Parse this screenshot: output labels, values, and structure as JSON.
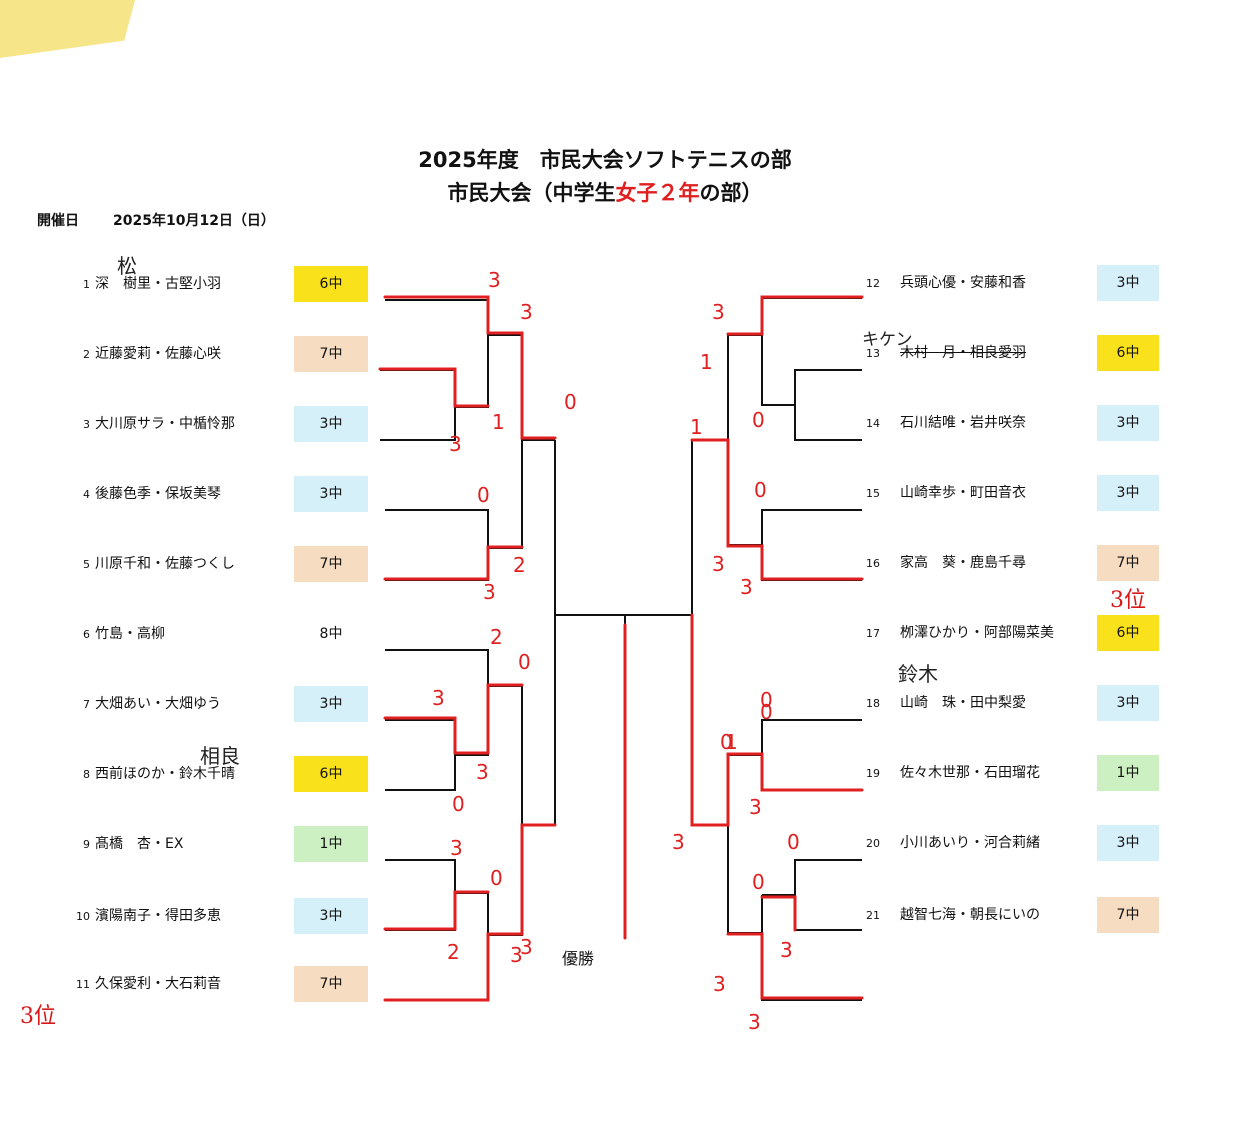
{
  "header": {
    "title_line1": "2025年度　市民大会ソフトテニスの部",
    "title_line2_a": "市民大会（中学生",
    "title_line2_red": "女子２年",
    "title_line2_b": "の部）",
    "date_label": "開催日",
    "date_value": "2025年10月12日（日）"
  },
  "colors": {
    "yellow": "#f9e21c",
    "peach": "#f6dcc0",
    "blue": "#d6f0fa",
    "green": "#cdf0c2",
    "red": "#e02020"
  },
  "left_entries": [
    {
      "num": "1",
      "name": "深　樹里・古堅小羽",
      "school": "6中",
      "color": "yellow"
    },
    {
      "num": "2",
      "name": "近藤愛莉・佐藤心咲",
      "school": "7中",
      "color": "peach"
    },
    {
      "num": "3",
      "name": "大川原サラ・中楯怜那",
      "school": "3中",
      "color": "blue"
    },
    {
      "num": "4",
      "name": "後藤色季・保坂美琴",
      "school": "3中",
      "color": "blue"
    },
    {
      "num": "5",
      "name": "川原千和・佐藤つくし",
      "school": "7中",
      "color": "peach"
    },
    {
      "num": "6",
      "name": "竹島・高柳",
      "school": "8中",
      "color": "none"
    },
    {
      "num": "7",
      "name": "大畑あい・大畑ゆう",
      "school": "3中",
      "color": "blue"
    },
    {
      "num": "8",
      "name": "西前ほのか・鈴木千晴",
      "school": "6中",
      "color": "yellow"
    },
    {
      "num": "9",
      "name": "髙橋　杏・EX",
      "school": "1中",
      "color": "green"
    },
    {
      "num": "10",
      "name": "濱陽南子・得田多恵",
      "school": "3中",
      "color": "blue"
    },
    {
      "num": "11",
      "name": "久保愛利・大石莉音",
      "school": "7中",
      "color": "peach"
    }
  ],
  "right_entries": [
    {
      "num": "12",
      "name": "兵頭心優・安藤和香",
      "school": "3中",
      "color": "blue"
    },
    {
      "num": "13",
      "name": "木村　月・相良愛羽",
      "school": "6中",
      "color": "yellow"
    },
    {
      "num": "14",
      "name": "石川結唯・岩井咲奈",
      "school": "3中",
      "color": "blue"
    },
    {
      "num": "15",
      "name": "山崎幸歩・町田音衣",
      "school": "3中",
      "color": "blue"
    },
    {
      "num": "16",
      "name": "家高　葵・鹿島千尋",
      "school": "7中",
      "color": "peach"
    },
    {
      "num": "17",
      "name": "栁澤ひかり・阿部陽菜美",
      "school": "6中",
      "color": "yellow"
    },
    {
      "num": "18",
      "name": "山崎　珠・田中梨愛",
      "school": "3中",
      "color": "blue"
    },
    {
      "num": "19",
      "name": "佐々木世那・石田瑠花",
      "school": "1中",
      "color": "green"
    },
    {
      "num": "20",
      "name": "小川あいり・河合莉緒",
      "school": "3中",
      "color": "blue"
    },
    {
      "num": "21",
      "name": "越智七海・朝長にいの",
      "school": "7中",
      "color": "peach"
    }
  ],
  "handwritten": {
    "h1": "松",
    "h13": "キケン",
    "h8": "相良",
    "h17": "鈴木"
  },
  "bracket": {
    "champion_label": "優勝"
  },
  "annotations": {
    "third_left": "3位",
    "third_right": "3位",
    "scores_left": [
      "3",
      "3",
      "0",
      "1",
      "3",
      "0",
      "2",
      "3",
      "2",
      "0",
      "3",
      "3",
      "0",
      "3",
      "0",
      "2",
      "3",
      "3"
    ],
    "scores_right": [
      "3",
      "1",
      "0",
      "0",
      "3",
      "3",
      "0",
      "1",
      "3",
      "0",
      "0",
      "3",
      "3",
      "3",
      "3",
      "0",
      "0",
      "1"
    ]
  }
}
